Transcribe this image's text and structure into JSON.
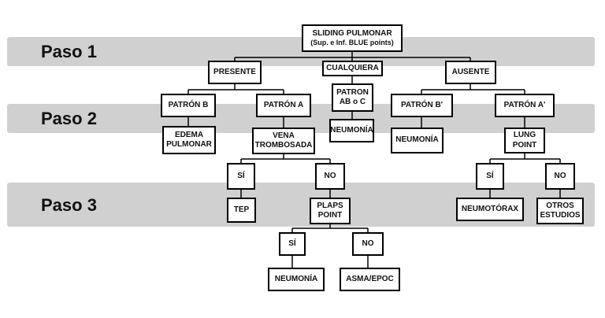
{
  "steps": [
    "Paso 1",
    "Paso 2",
    "Paso 3"
  ],
  "nodes": {
    "root": {
      "l1": "SLIDING PULMONAR",
      "l2": "(Sup. e Inf. BLUE points)"
    },
    "presente": {
      "l1": "PRESENTE"
    },
    "cualquiera": {
      "l1": "CUALQUIERA"
    },
    "ausente": {
      "l1": "AUSENTE"
    },
    "patron_b": {
      "l1": "PATRÓN B"
    },
    "patron_a": {
      "l1": "PATRÓN A"
    },
    "patron_abc": {
      "l1": "PATRON",
      "l2": "AB o C"
    },
    "patron_b2": {
      "l1": "PATRÓN B'"
    },
    "patron_a2": {
      "l1": "PATRÓN A'"
    },
    "edema": {
      "l1": "EDEMA",
      "l2": "PULMONAR"
    },
    "vena": {
      "l1": "VENA",
      "l2": "TROMBOSADA"
    },
    "neumonia_c": {
      "l1": "NEUMONÍA"
    },
    "neumonia_b": {
      "l1": "NEUMONÍA"
    },
    "lung": {
      "l1": "LUNG",
      "l2": "POINT"
    },
    "si1": {
      "l1": "SÍ"
    },
    "no1": {
      "l1": "NO"
    },
    "si2": {
      "l1": "SÍ"
    },
    "no2": {
      "l1": "NO"
    },
    "tep": {
      "l1": "TEP"
    },
    "plaps": {
      "l1": "PLAPS",
      "l2": "POINT"
    },
    "neumotorax": {
      "l1": "NEUMOTÓRAX"
    },
    "otros": {
      "l1": "OTROS",
      "l2": "ESTUDIOS"
    },
    "si3": {
      "l1": "SÍ"
    },
    "no3": {
      "l1": "NO"
    },
    "neumonia_p": {
      "l1": "NEUMONÍA"
    },
    "asma": {
      "l1": "ASMA/EPOC"
    }
  }
}
